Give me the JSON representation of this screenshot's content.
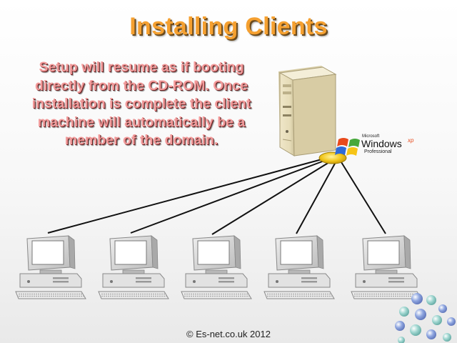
{
  "slide": {
    "title": "Installing Clients",
    "body_text": "Setup will resume as if booting directly from the CD-ROM. Once installation is complete the client machine will automatically be a member of the domain.",
    "copyright": "© Es-net.co.uk 2012"
  },
  "logo": {
    "microsoft": "Microsoft",
    "windows": "Windows",
    "xp": "xp",
    "edition": "Professional"
  },
  "colors": {
    "title": "#f5a030",
    "body_text": "#f29a9a",
    "hub": "#f2c81e"
  },
  "network": {
    "client_count": 5
  }
}
